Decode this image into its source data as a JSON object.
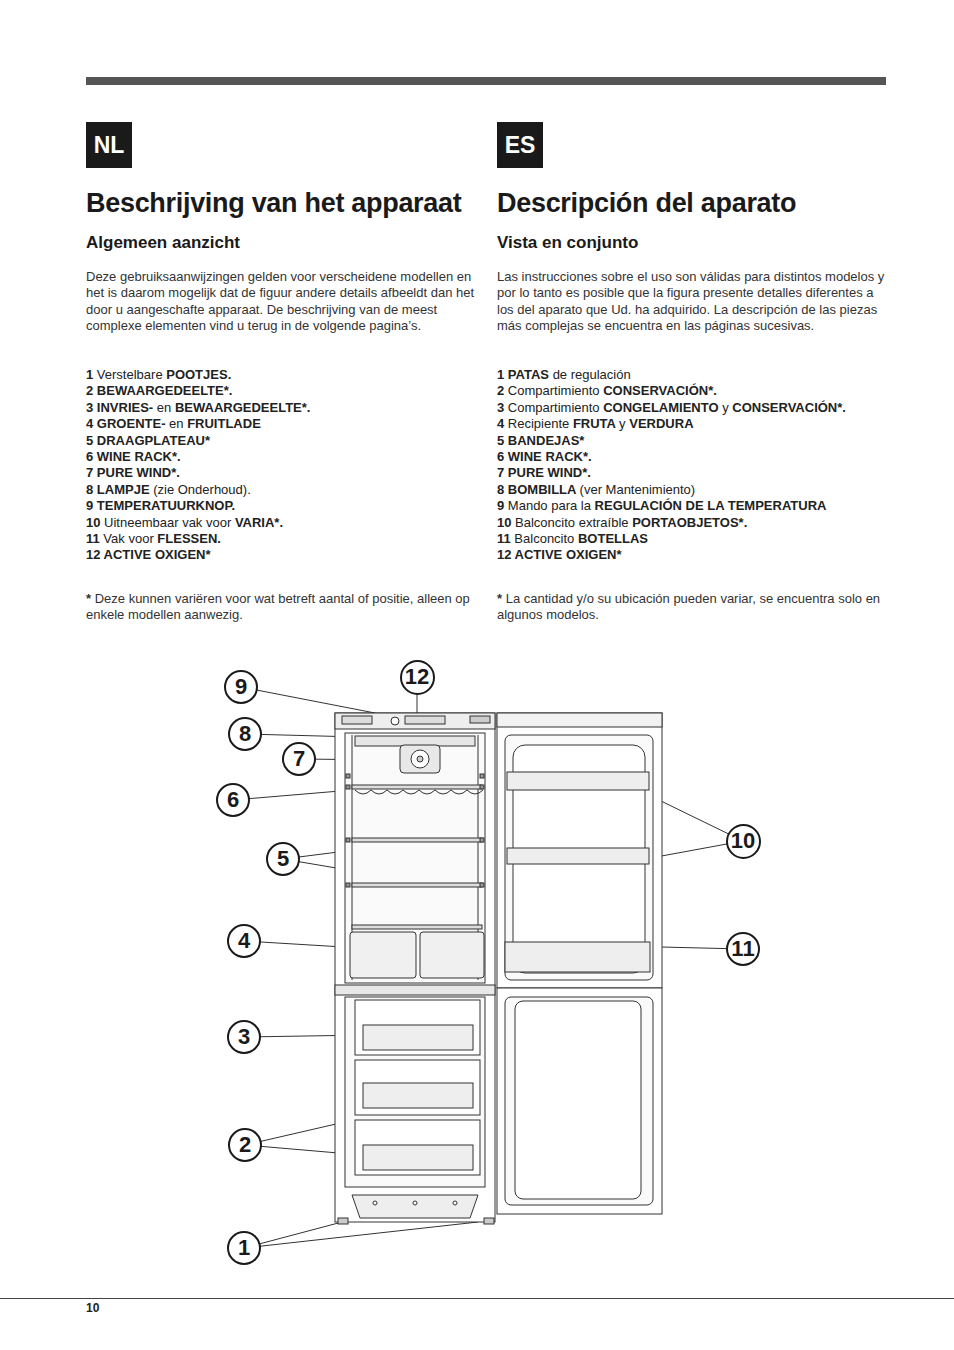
{
  "diagram": {
    "nodes": [
      {
        "text": [
          "9"
        ]
      },
      {
        "text": [
          "12"
        ]
      },
      {
        "text": [
          "8"
        ]
      },
      {
        "text": [
          "7"
        ]
      },
      {
        "text": [
          "6"
        ]
      },
      {
        "text": [
          "5"
        ]
      },
      {
        "text": [
          "10"
        ]
      },
      {
        "text": [
          "4"
        ]
      },
      {
        "text": [
          "11"
        ]
      },
      {
        "text": [
          "3"
        ]
      },
      {
        "text": [
          "2"
        ]
      },
      {
        "text": [
          "1"
        ]
      }
    ],
    "labels": [
      "NL",
      "Beschrijving van het apparaat",
      "Algemeen aanzicht",
      "Deze gebruiksaanwijzingen gelden voor verscheidene modellen en het is daarom mogelijk dat de figuur andere details afbeeldt dan het door u aangeschafte apparaat. De beschrijving van de meest complexe elementen vind u terug in de volgende pagina’s.",
      "1 Verstelbare POOTJES.",
      "2 BEWAARGEDEELTE*.",
      "3 INVRIES- en BEWAARGEDEELTE*.",
      "4 GROENTE- en FRUITLADE",
      "5 DRAAGPLATEAU*",
      "6 WINE RACK*.",
      "7 PURE WIND*.",
      "8 LAMPJE (zie Onderhoud).",
      "9 TEMPERATUURKNOP.",
      "10 Uitneembaar vak voor VARIA*.",
      "11 Vak voor FLESSEN.",
      "12 ACTIVE OXIGEN*",
      "* Deze kunnen variëren voor wat betreft aantal of positie, alleen op enkele modellen aanwezig.",
      "ES",
      "Descripción del aparato",
      "Vista en conjunto",
      "Las instrucciones sobre el uso son válidas para distintos modelos y por lo tanto es posible que la figura presente detalles diferentes a los del aparato que Ud. ha adquirido. La descripción de las piezas más complejas se encuentra en las páginas sucesivas.",
      "1 PATAS de regulación",
      "2 Compartimiento CONSERVACIÓN*.",
      "3 Compartimiento CONGELAMIENTO y CONSERVACIÓN*.",
      "4 Recipiente FRUTA y VERDURA",
      "5 BANDEJAS*",
      "6 WINE RACK*.",
      "7 PURE WIND*.",
      "8 BOMBILLA (ver Mantenimiento)",
      "9 Mando para la REGULACIÓN DE LA TEMPERATURA",
      "10 Balconcito extraíble PORTAOBJETOS*.",
      "11 Balconcito BOTELLAS",
      "12 ACTIVE OXIGEN*",
      "* La cantidad y/o su ubicación pueden variar, se encuentra solo en algunos modelos.",
      "10"
    ]
  }
}
